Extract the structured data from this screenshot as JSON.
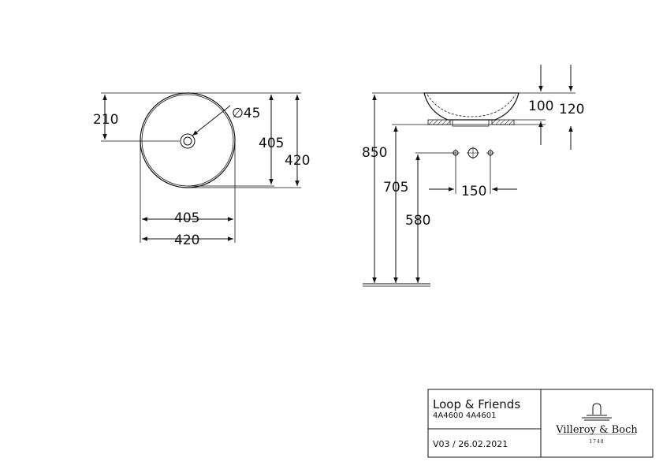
{
  "top_view": {
    "drain_diameter": "∅45",
    "offset_210": "210",
    "inner_width": "405",
    "outer_width": "420",
    "inner_depth": "405",
    "outer_depth": "420"
  },
  "side_view": {
    "bowl_height_100": "100",
    "bowl_height_120": "120",
    "height_850": "850",
    "height_705": "705",
    "height_580": "580",
    "tap_spacing_150": "150"
  },
  "title_block": {
    "product_name": "Loop & Friends",
    "article_numbers": "4A4600 4A4601",
    "version_date": "V03 / 26.02.2021",
    "brand": "Villeroy & Boch",
    "brand_year": "1748"
  }
}
